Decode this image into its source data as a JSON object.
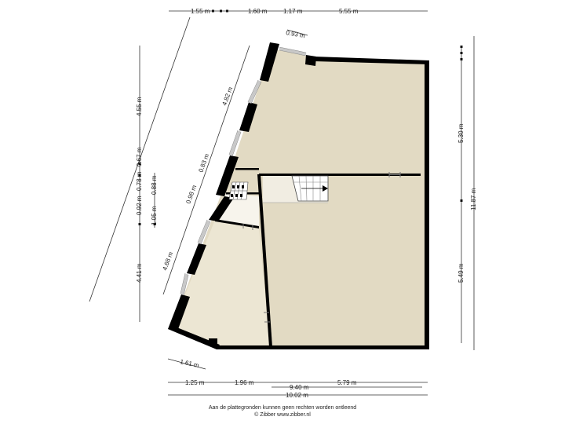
{
  "colors": {
    "floor_main": "#e2dac3",
    "floor_lower_left": "#ece6d3",
    "floor_hall": "#f7f4ec",
    "wall": "#000000",
    "window": "#c8c8c8",
    "dimension_line": "#333333"
  },
  "dimensions": {
    "top_1": "1.55 m",
    "top_2": "1.60 m",
    "top_3": "1.17 m",
    "top_4": "5.55 m",
    "top_diag": "0.93 m",
    "right_upper": "5.30 m",
    "right_lower": "5.49 m",
    "right_total": "11.87 m",
    "left_outer_top": "4.55 m",
    "left_outer_a": "0.67 m",
    "left_outer_b": "0.78 m",
    "left_outer_c": "0.92 m",
    "left_outer_bottom": "4.41 m",
    "left_mid_a": "0.88 m",
    "left_mid_b": "1.05 m",
    "diag_upper": "4.82 m",
    "diag_mid_a": "0.83 m",
    "diag_mid_b": "0.98 m",
    "diag_lower": "4.68 m",
    "bottom_diag": "1.61 m",
    "bottom_1": "1.25 m",
    "bottom_2": "1.96 m",
    "bottom_3": "5.79 m",
    "bottom_mid": "9.40 m",
    "bottom_total": "10.02 m"
  },
  "footer": {
    "line1": "Aan de plattegronden kunnen geen rechten worden ontleend",
    "line2": "© Zibber www.zibber.nl"
  }
}
